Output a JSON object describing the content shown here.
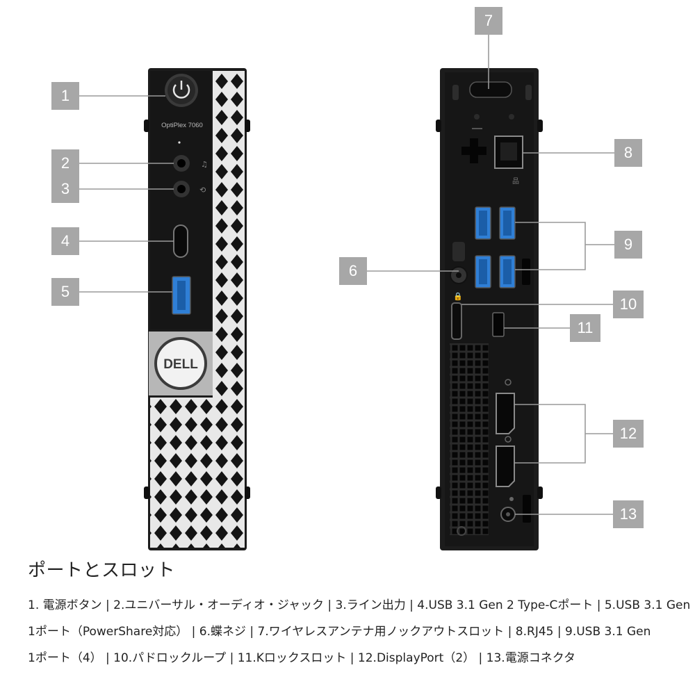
{
  "front": {
    "model_label": "OptiPlex 7060",
    "logo": "DELL"
  },
  "callouts": [
    {
      "id": "1"
    },
    {
      "id": "2"
    },
    {
      "id": "3"
    },
    {
      "id": "4"
    },
    {
      "id": "5"
    },
    {
      "id": "6"
    },
    {
      "id": "7"
    },
    {
      "id": "8"
    },
    {
      "id": "9"
    },
    {
      "id": "10"
    },
    {
      "id": "11"
    },
    {
      "id": "12"
    },
    {
      "id": "13"
    }
  ],
  "icons": [
    "power-button-icon",
    "headset-jack-icon",
    "line-out-icon",
    "usb-c-port-icon",
    "usb-a-port-icon",
    "thumbscrew-icon",
    "antenna-knockout-icon",
    "rj45-port-icon",
    "usb-port-icon",
    "padlock-loop-icon",
    "kensington-lock-icon",
    "displayport-icon",
    "power-connector-icon"
  ],
  "colors": {
    "callout_box": "#a7a7a7",
    "chassis": "#1c1c1c",
    "usb_blue": "#2f7fd6"
  },
  "heading": "ポートとスロット",
  "caption_lines": [
    "1. 電源ボタン | 2.ユニバーサル・オーディオ・ジャック | 3.ライン出力 | 4.USB 3.1 Gen 2 Type-Cポート | 5.USB 3.1 Gen",
    "1ポート（PowerShare対応） | 6.蝶ネジ | 7.ワイヤレスアンテナ用ノックアウトスロット | 8.RJ45 | 9.USB 3.1 Gen",
    "1ポート（4） | 10.パドロックループ | 11.Kロックスロット | 12.DisplayPort（2） | 13.電源コネクタ"
  ]
}
